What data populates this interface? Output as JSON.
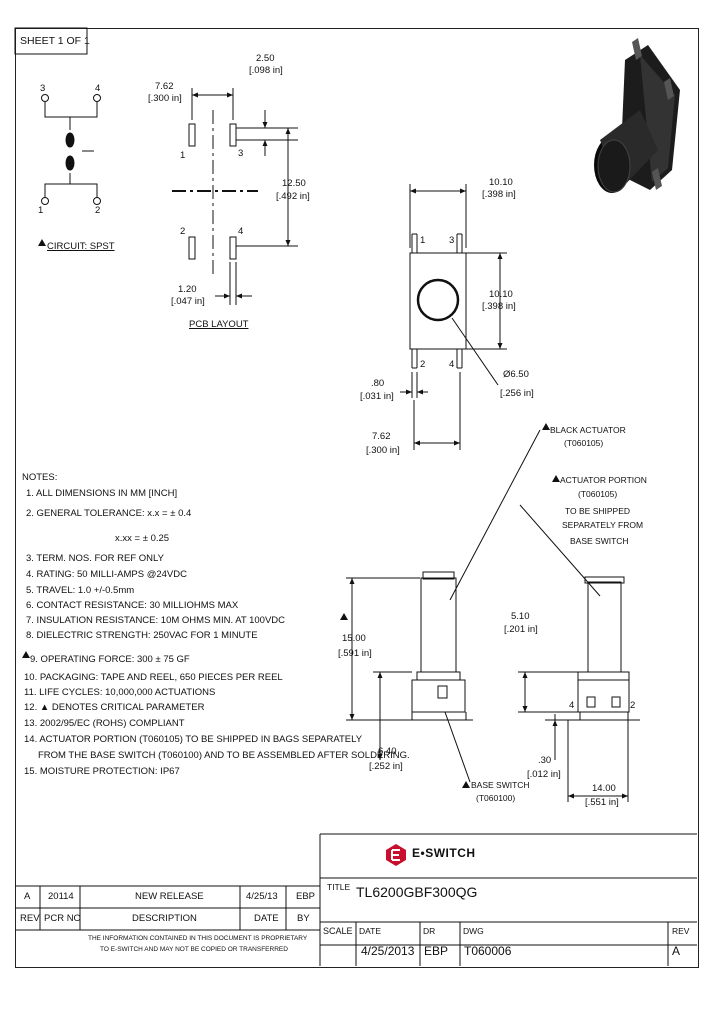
{
  "sheet": "SHEET 1 OF 1",
  "circuit": {
    "pins": [
      "3",
      "4",
      "1",
      "2"
    ],
    "label": "CIRCUIT: SPST"
  },
  "pcb": {
    "dim_250": "2.50",
    "dim_250_in": "[.098 in]",
    "dim_762": "7.62",
    "dim_762_in": "[.300 in]",
    "dim_1250": "12.50",
    "dim_1250_in": "[.492 in]",
    "dim_120": "1.20",
    "dim_120_in": "[.047 in]",
    "pins": [
      "1",
      "3",
      "2",
      "4"
    ],
    "label": "PCB LAYOUT"
  },
  "top_view": {
    "dim_w": "10.10",
    "dim_w_in": "[.398 in]",
    "dim_h": "10.10",
    "dim_h_in": "[.398 in]",
    "dim_dia": "Ø6.50",
    "dim_dia_in": "[.256 in]",
    "dim_080": ".80",
    "dim_080_in": "[.031 in]",
    "dim_762": "7.62",
    "dim_762_in": "[.300 in]",
    "pins": [
      "1",
      "3",
      "2",
      "4"
    ]
  },
  "notes": {
    "title": "NOTES:",
    "items": [
      "1. ALL DIMENSIONS IN MM [INCH]",
      "2. GENERAL TOLERANCE: x.x = ± 0.4",
      "x.xx = ± 0.25",
      "3. TERM. NOS. FOR REF ONLY",
      "4. RATING: 50 MILLI-AMPS @24VDC",
      "5. TRAVEL: 1.0 +/-0.5mm",
      "6. CONTACT RESISTANCE: 30 MILLIOHMS MAX",
      "7. INSULATION RESISTANCE: 10M OHMS MIN. AT 100VDC",
      "8. DIELECTRIC STRENGTH: 250VAC FOR 1 MINUTE",
      "9. OPERATING FORCE: 300 ± 75 GF",
      "10. PACKAGING: TAPE AND REEL, 650 PIECES PER REEL",
      "11. LIFE CYCLES: 10,000,000 ACTUATIONS",
      "12. ▲ DENOTES CRITICAL PARAMETER",
      "13. 2002/95/EC (ROHS) COMPLIANT",
      "14. ACTUATOR PORTION (T060105) TO BE SHIPPED IN BAGS SEPARATELY",
      "FROM THE BASE SWITCH (T060100) AND TO BE ASSEMBLED AFTER SOLDERING.",
      "15. MOISTURE PROTECTION: IP67"
    ]
  },
  "side_view": {
    "black_actuator": "BLACK ACTUATOR",
    "black_actuator_pn": "(T060105)",
    "actuator_portion": "ACTUATOR PORTION",
    "actuator_pn": "(T060105)",
    "shipped_1": "TO BE SHIPPED",
    "shipped_2": "SEPARATELY FROM",
    "shipped_3": "BASE SWITCH",
    "dim_1500": "15.00",
    "dim_1500_in": "[.591 in]",
    "dim_640": "6.40",
    "dim_640_in": "[.252 in]",
    "base_switch": "BASE SWITCH",
    "base_switch_pn": "(T060100)",
    "dim_510": "5.10",
    "dim_510_in": "[.201 in]",
    "dim_030": ".30",
    "dim_030_in": "[.012 in]",
    "dim_1400": "14.00",
    "dim_1400_in": "[.551 in]",
    "pins": [
      "4",
      "2"
    ]
  },
  "brand": "E•SWITCH",
  "title_block": {
    "title_label": "TITLE",
    "title": "TL6200GBF300QG",
    "rev_row": {
      "rev": "A",
      "pcr": "20114",
      "desc": "NEW RELEASE",
      "date": "4/25/13",
      "by": "EBP"
    },
    "headers": {
      "rev": "REV",
      "pcr": "PCR NO",
      "desc": "DESCRIPTION",
      "date": "DATE",
      "by": "BY"
    },
    "disclaimer_1": "THE INFORMATION CONTAINED IN THIS DOCUMENT IS PROPRIETARY",
    "disclaimer_2": "TO E-SWITCH AND MAY NOT BE COPIED OR TRANSFERRED",
    "scale_label": "SCALE",
    "date_label": "DATE",
    "date_value": "4/25/2013",
    "dr_label": "DR",
    "dr_value": "EBP",
    "dwg_label": "DWG",
    "dwg_value": "T060006",
    "rev_label": "REV",
    "rev_value": "A"
  }
}
